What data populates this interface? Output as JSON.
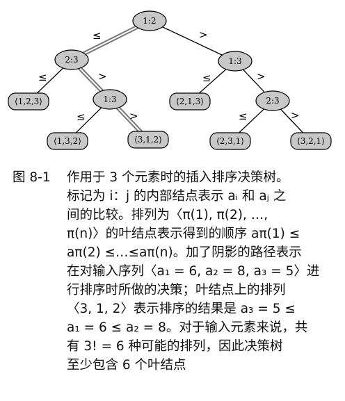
{
  "tree": {
    "nodes": {
      "root": "1:2",
      "n23": "2:3",
      "n13r": "1:3",
      "leaf123": "⟨1,2,3⟩",
      "n13l": "1:3",
      "leaf213": "⟨2,1,3⟩",
      "n23r": "2:3",
      "leaf132": "⟨1,3,2⟩",
      "leaf312": "⟨3,1,2⟩",
      "leaf231": "⟨2,3,1⟩",
      "leaf321": "⟨3,2,1⟩"
    },
    "labels": {
      "le": "≤",
      "gt": ">"
    },
    "colors": {
      "node_fill": "#c8c8c8",
      "shade_path": "#888888",
      "edge": "#000000"
    }
  },
  "caption": {
    "label": "图 8-1",
    "lines": [
      "作用于 3 个元素时的插入排序决策树。",
      "标记为 i：j 的内部结点表示 aᵢ 和 aⱼ 之",
      "间的比较。排列为〈π(1), π(2), …,",
      "π(n)〉的叶结点表示得到的顺序 aπ(1) ≤",
      "aπ(2) ≤…≤aπ(n)。加了阴影的路径表示",
      "在对输入序列〈a₁ = 6, a₂ = 8, a₃ = 5〉进",
      "行排序时所做的决策；叶结点上的排列",
      "〈3, 1, 2〉表示排序的结果是 a₃ = 5 ≤",
      "a₁ = 6 ≤ a₂ = 8。对于输入元素来说，共",
      "有 3! = 6 种可能的排列，因此决策树",
      "至少包含 6 个叶结点"
    ]
  }
}
